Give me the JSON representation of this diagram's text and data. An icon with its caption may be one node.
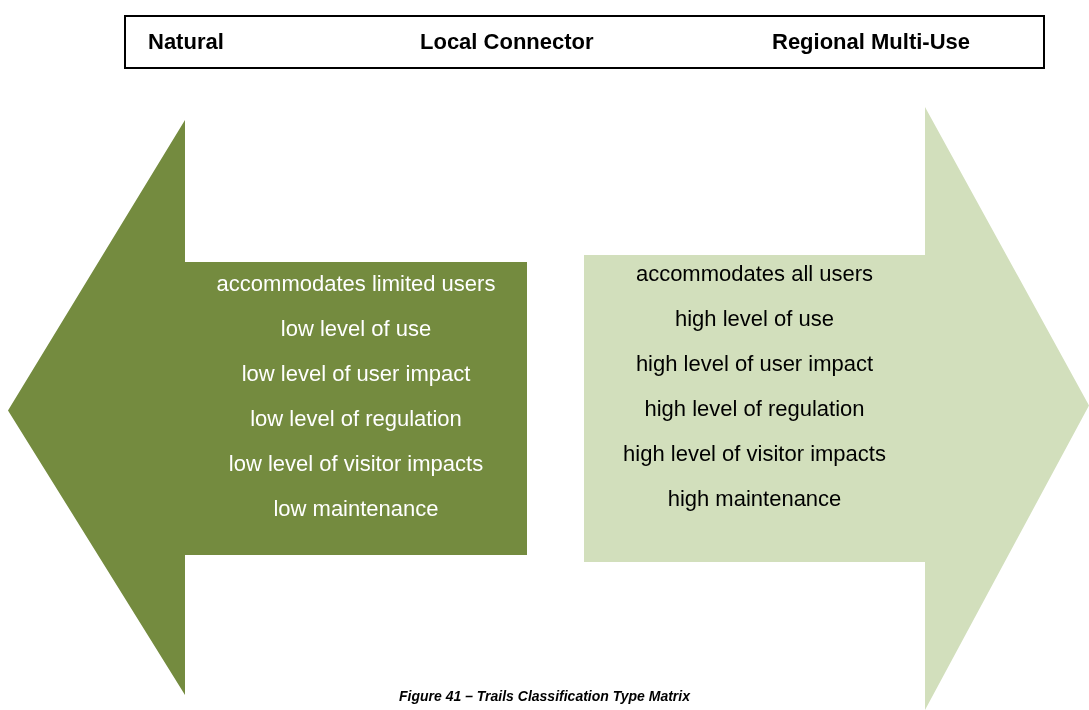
{
  "diagram": {
    "caption": "Figure 41 – Trails Classification Type Matrix",
    "nodes": [
      {
        "text": [
          "Natural",
          "Local Connector",
          "Regional Multi-Use"
        ]
      },
      {
        "text": [
          "accommodates limited users",
          "low level of use",
          "low level of user impact",
          "low level of regulation",
          "low level of visitor impacts",
          "low maintenance"
        ]
      },
      {
        "text": [
          "accommodates all users",
          "high level of use",
          "high level of user impact",
          "high level of regulation",
          "high level of visitor impacts",
          "high maintenance"
        ]
      }
    ]
  }
}
